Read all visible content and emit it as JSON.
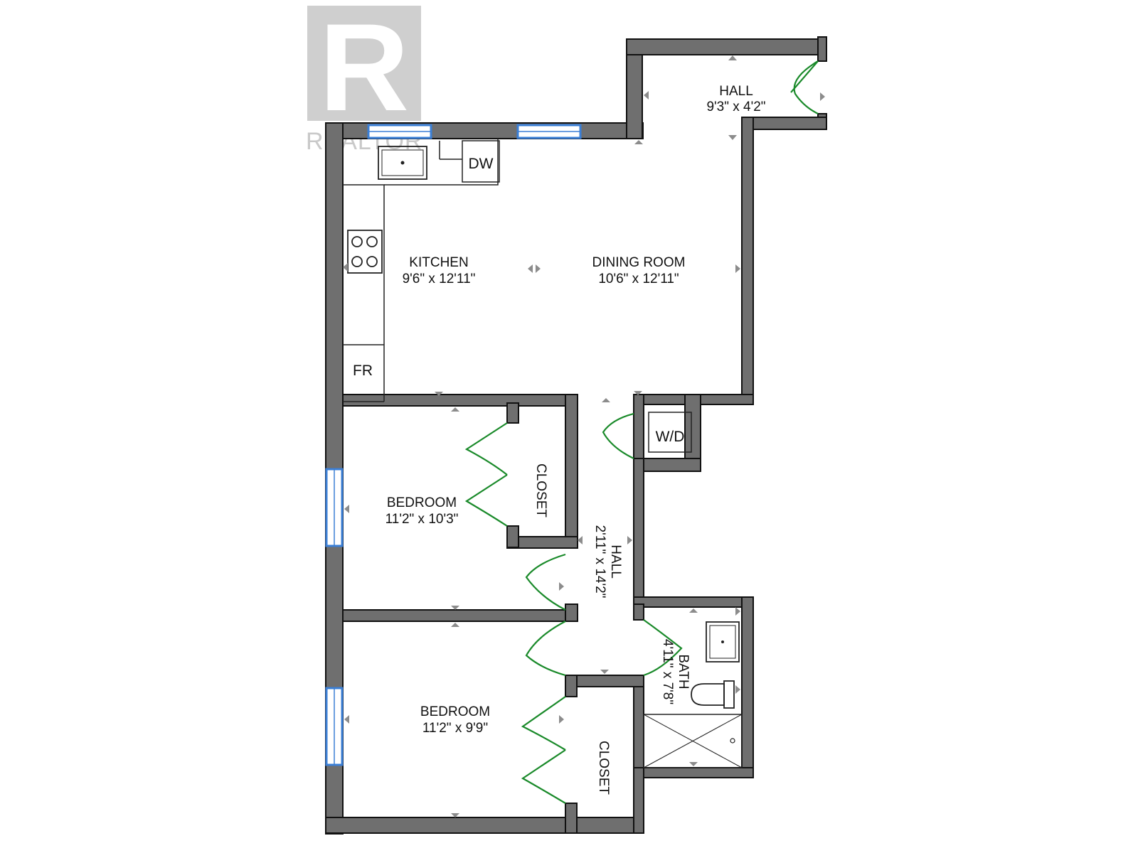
{
  "watermark": {
    "logo_letter": "R",
    "text": "REALTOR",
    "registered": "®"
  },
  "rooms": {
    "kitchen": {
      "name": "KITCHEN",
      "dims": "9'6\" x 12'11\""
    },
    "dining": {
      "name": "DINING ROOM",
      "dims": "10'6\" x 12'11\""
    },
    "hall_top": {
      "name": "HALL",
      "dims": "9'3\" x 4'2\""
    },
    "bedroom_1": {
      "name": "BEDROOM",
      "dims": "11'2\" x 10'3\""
    },
    "bedroom_2": {
      "name": "BEDROOM",
      "dims": "11'2\" x 9'9\""
    },
    "hall_mid": {
      "name": "HALL",
      "dims": "2'11\" x 14'2\""
    },
    "bath": {
      "name": "BATH",
      "dims": "4'11\" x 7'8\""
    },
    "closet_1": {
      "name": "CLOSET"
    },
    "closet_2": {
      "name": "CLOSET"
    }
  },
  "fixtures": {
    "dishwasher": "DW",
    "fridge": "FR",
    "washer_dryer": "W/D"
  },
  "colors": {
    "wall": "#6f6f6f",
    "window": "#3b7fd6",
    "door": "#1a8a2a",
    "watermark": "#c9c9c9"
  }
}
